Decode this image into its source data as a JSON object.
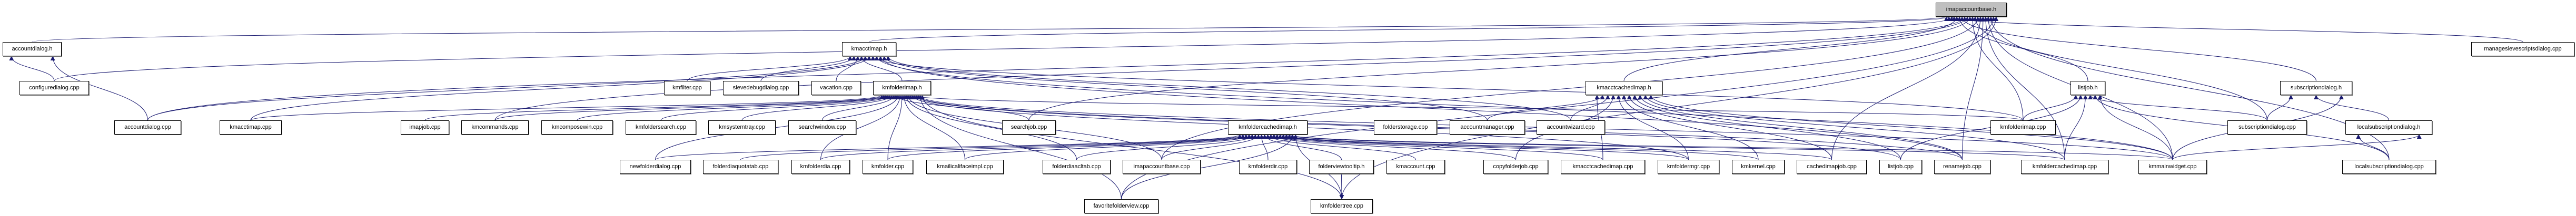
{
  "diagram": {
    "type": "include-dependency-graph",
    "root": "imapaccountbase.h",
    "colors": {
      "edge": "#191970",
      "node_border": "#000000",
      "node_fill": "#ffffff",
      "root_fill": "#bfbfbf"
    },
    "nodes": [
      {
        "id": "imapaccountbase_h",
        "label": "imapaccountbase.h",
        "root": true
      },
      {
        "id": "accountdialog_h",
        "label": "accountdialog.h"
      },
      {
        "id": "kmacctimap_h",
        "label": "kmacctimap.h"
      },
      {
        "id": "managesievescriptsdialog_cpp",
        "label": "managesievescriptsdialog.cpp"
      },
      {
        "id": "configuredialog_cpp",
        "label": "configuredialog.cpp"
      },
      {
        "id": "kmfilter_cpp",
        "label": "kmfilter.cpp"
      },
      {
        "id": "sievedebugdialog_cpp",
        "label": "sievedebugdialog.cpp"
      },
      {
        "id": "vacation_cpp",
        "label": "vacation.cpp"
      },
      {
        "id": "kmfolderimap_h",
        "label": "kmfolderimap.h"
      },
      {
        "id": "kmacctcachedimap_h",
        "label": "kmacctcachedimap.h"
      },
      {
        "id": "listjob_h",
        "label": "listjob.h"
      },
      {
        "id": "subscriptiondialog_h",
        "label": "subscriptiondialog.h"
      },
      {
        "id": "accountdialog_cpp",
        "label": "accountdialog.cpp"
      },
      {
        "id": "kmacctimap_cpp",
        "label": "kmacctimap.cpp"
      },
      {
        "id": "imapjob_cpp",
        "label": "imapjob.cpp"
      },
      {
        "id": "kmcommands_cpp",
        "label": "kmcommands.cpp"
      },
      {
        "id": "kmcomposewin_cpp",
        "label": "kmcomposewin.cpp"
      },
      {
        "id": "kmfoldersearch_cpp",
        "label": "kmfoldersearch.cpp"
      },
      {
        "id": "kmsystemtray_cpp",
        "label": "kmsystemtray.cpp"
      },
      {
        "id": "searchwindow_cpp",
        "label": "searchwindow.cpp"
      },
      {
        "id": "searchjob_cpp",
        "label": "searchjob.cpp"
      },
      {
        "id": "kmfoldercachedimap_h",
        "label": "kmfoldercachedimap.h"
      },
      {
        "id": "folderstorage_cpp",
        "label": "folderstorage.cpp"
      },
      {
        "id": "accountmanager_cpp",
        "label": "accountmanager.cpp"
      },
      {
        "id": "accountwizard_cpp",
        "label": "accountwizard.cpp"
      },
      {
        "id": "kmfolderimap_cpp",
        "label": "kmfolderimap.cpp"
      },
      {
        "id": "subscriptiondialog_cpp",
        "label": "subscriptiondialog.cpp"
      },
      {
        "id": "localsubscriptiondialog_h",
        "label": "localsubscriptiondialog.h"
      },
      {
        "id": "newfolderdialog_cpp",
        "label": "newfolderdialog.cpp"
      },
      {
        "id": "folderdiaquotatab_cpp",
        "label": "folderdiaquotatab.cpp"
      },
      {
        "id": "kmfolderdia_cpp",
        "label": "kmfolderdia.cpp"
      },
      {
        "id": "kmfolder_cpp",
        "label": "kmfolder.cpp"
      },
      {
        "id": "kmailicalifaceimpl_cpp",
        "label": "kmailicalifaceimpl.cpp"
      },
      {
        "id": "folderdiaacltab_cpp",
        "label": "folderdiaacltab.cpp"
      },
      {
        "id": "imapaccountbase_cpp",
        "label": "imapaccountbase.cpp"
      },
      {
        "id": "kmfolderdir_cpp",
        "label": "kmfolderdir.cpp"
      },
      {
        "id": "folderviewtooltip_h",
        "label": "folderviewtooltip.h"
      },
      {
        "id": "kmaccount_cpp",
        "label": "kmaccount.cpp"
      },
      {
        "id": "copyfolderjob_cpp",
        "label": "copyfolderjob.cpp"
      },
      {
        "id": "kmacctcachedimap_cpp",
        "label": "kmacctcachedimap.cpp"
      },
      {
        "id": "kmfoldermgr_cpp",
        "label": "kmfoldermgr.cpp"
      },
      {
        "id": "kmkernel_cpp",
        "label": "kmkernel.cpp"
      },
      {
        "id": "cachedimapjob_cpp",
        "label": "cachedimapjob.cpp"
      },
      {
        "id": "listjob_cpp",
        "label": "listjob.cpp"
      },
      {
        "id": "renamejob_cpp",
        "label": "renamejob.cpp"
      },
      {
        "id": "kmfoldercachedimap_cpp",
        "label": "kmfoldercachedimap.cpp"
      },
      {
        "id": "kmmainwidget_cpp",
        "label": "kmmainwidget.cpp"
      },
      {
        "id": "localsubscriptiondialog_cpp",
        "label": "localsubscriptiondialog.cpp"
      },
      {
        "id": "favoritefolderview_cpp",
        "label": "favoritefolderview.cpp"
      },
      {
        "id": "kmfoldertree_cpp",
        "label": "kmfoldertree.cpp"
      }
    ],
    "edges": [
      [
        "accountdialog_h",
        "imapaccountbase_h"
      ],
      [
        "kmacctimap_h",
        "imapaccountbase_h"
      ],
      [
        "managesievescriptsdialog_cpp",
        "imapaccountbase_h"
      ],
      [
        "configuredialog_cpp",
        "imapaccountbase_h"
      ],
      [
        "kmacctcachedimap_h",
        "imapaccountbase_h"
      ],
      [
        "listjob_h",
        "imapaccountbase_h"
      ],
      [
        "subscriptiondialog_h",
        "imapaccountbase_h"
      ],
      [
        "accountdialog_cpp",
        "imapaccountbase_h"
      ],
      [
        "kmcommands_cpp",
        "imapaccountbase_h"
      ],
      [
        "searchjob_cpp",
        "imapaccountbase_h"
      ],
      [
        "kmfolderimap_cpp",
        "imapaccountbase_h"
      ],
      [
        "subscriptiondialog_cpp",
        "imapaccountbase_h"
      ],
      [
        "imapaccountbase_cpp",
        "imapaccountbase_h"
      ],
      [
        "cachedimapjob_cpp",
        "imapaccountbase_h"
      ],
      [
        "renamejob_cpp",
        "imapaccountbase_h"
      ],
      [
        "kmfoldercachedimap_cpp",
        "imapaccountbase_h"
      ],
      [
        "kmmainwidget_cpp",
        "imapaccountbase_h"
      ],
      [
        "localsubscriptiondialog_cpp",
        "imapaccountbase_h"
      ],
      [
        "favoritefolderview_cpp",
        "imapaccountbase_h"
      ],
      [
        "kmfoldertree_cpp",
        "imapaccountbase_h"
      ],
      [
        "configuredialog_cpp",
        "accountdialog_h"
      ],
      [
        "accountdialog_cpp",
        "accountdialog_h"
      ],
      [
        "kmfilter_cpp",
        "kmacctimap_h"
      ],
      [
        "sievedebugdialog_cpp",
        "kmacctimap_h"
      ],
      [
        "vacation_cpp",
        "kmacctimap_h"
      ],
      [
        "kmfolderimap_h",
        "kmacctimap_h"
      ],
      [
        "accountdialog_cpp",
        "kmacctimap_h"
      ],
      [
        "kmacctimap_cpp",
        "kmacctimap_h"
      ],
      [
        "kmfolderimap_cpp",
        "kmacctimap_h"
      ],
      [
        "kmmainwidget_cpp",
        "kmacctimap_h"
      ],
      [
        "renamejob_cpp",
        "kmacctimap_h"
      ],
      [
        "accountmanager_cpp",
        "kmacctimap_h"
      ],
      [
        "accountwizard_cpp",
        "kmacctimap_h"
      ],
      [
        "kmacctimap_cpp",
        "kmfolderimap_h"
      ],
      [
        "imapjob_cpp",
        "kmfolderimap_h"
      ],
      [
        "kmcommands_cpp",
        "kmfolderimap_h"
      ],
      [
        "kmcomposewin_cpp",
        "kmfolderimap_h"
      ],
      [
        "kmfoldersearch_cpp",
        "kmfolderimap_h"
      ],
      [
        "kmsystemtray_cpp",
        "kmfolderimap_h"
      ],
      [
        "searchwindow_cpp",
        "kmfolderimap_h"
      ],
      [
        "searchjob_cpp",
        "kmfolderimap_h"
      ],
      [
        "newfolderdialog_cpp",
        "kmfolderimap_h"
      ],
      [
        "kmfolderdia_cpp",
        "kmfolderimap_h"
      ],
      [
        "kmfolder_cpp",
        "kmfolderimap_h"
      ],
      [
        "kmailicalifaceimpl_cpp",
        "kmfolderimap_h"
      ],
      [
        "folderdiaacltab_cpp",
        "kmfolderimap_h"
      ],
      [
        "imapaccountbase_cpp",
        "kmfolderimap_h"
      ],
      [
        "kmfolderimap_cpp",
        "kmfolderimap_h"
      ],
      [
        "kmfoldermgr_cpp",
        "kmfolderimap_h"
      ],
      [
        "listjob_cpp",
        "kmfolderimap_h"
      ],
      [
        "renamejob_cpp",
        "kmfolderimap_h"
      ],
      [
        "kmmainwidget_cpp",
        "kmfolderimap_h"
      ],
      [
        "favoritefolderview_cpp",
        "kmfolderimap_h"
      ],
      [
        "kmfoldertree_cpp",
        "kmfolderimap_h"
      ],
      [
        "newfolderdialog_cpp",
        "kmfoldercachedimap_h"
      ],
      [
        "folderdiaquotatab_cpp",
        "kmfoldercachedimap_h"
      ],
      [
        "kmfolderdia_cpp",
        "kmfoldercachedimap_h"
      ],
      [
        "kmfolder_cpp",
        "kmfoldercachedimap_h"
      ],
      [
        "kmailicalifaceimpl_cpp",
        "kmfoldercachedimap_h"
      ],
      [
        "folderdiaacltab_cpp",
        "kmfoldercachedimap_h"
      ],
      [
        "imapaccountbase_cpp",
        "kmfoldercachedimap_h"
      ],
      [
        "kmfolderdir_cpp",
        "kmfoldercachedimap_h"
      ],
      [
        "folderviewtooltip_h",
        "kmfoldercachedimap_h"
      ],
      [
        "kmaccount_cpp",
        "kmfoldercachedimap_h"
      ],
      [
        "copyfolderjob_cpp",
        "kmfoldercachedimap_h"
      ],
      [
        "kmacctcachedimap_cpp",
        "kmfoldercachedimap_h"
      ],
      [
        "kmfoldermgr_cpp",
        "kmfoldercachedimap_h"
      ],
      [
        "kmkernel_cpp",
        "kmfoldercachedimap_h"
      ],
      [
        "cachedimapjob_cpp",
        "kmfoldercachedimap_h"
      ],
      [
        "kmfoldercachedimap_cpp",
        "kmfoldercachedimap_h"
      ],
      [
        "kmmainwidget_cpp",
        "kmfoldercachedimap_h"
      ],
      [
        "favoritefolderview_cpp",
        "kmfoldercachedimap_h"
      ],
      [
        "kmfoldertree_cpp",
        "kmfoldercachedimap_h"
      ],
      [
        "folderviewtooltip_h",
        "kmfoldertree_cpp"
      ],
      [
        "kmacctcachedimap_cpp",
        "kmacctcachedimap_h"
      ],
      [
        "accountmanager_cpp",
        "kmacctcachedimap_h"
      ],
      [
        "accountwizard_cpp",
        "kmacctcachedimap_h"
      ],
      [
        "copyfolderjob_cpp",
        "kmacctcachedimap_h"
      ],
      [
        "kmfoldermgr_cpp",
        "kmacctcachedimap_h"
      ],
      [
        "kmkernel_cpp",
        "kmacctcachedimap_h"
      ],
      [
        "cachedimapjob_cpp",
        "kmacctcachedimap_h"
      ],
      [
        "listjob_cpp",
        "kmacctcachedimap_h"
      ],
      [
        "renamejob_cpp",
        "kmacctcachedimap_h"
      ],
      [
        "kmfoldercachedimap_cpp",
        "kmacctcachedimap_h"
      ],
      [
        "kmmainwidget_cpp",
        "kmacctcachedimap_h"
      ],
      [
        "kmfolderimap_cpp",
        "listjob_h"
      ],
      [
        "listjob_cpp",
        "listjob_h"
      ],
      [
        "kmfoldercachedimap_cpp",
        "listjob_h"
      ],
      [
        "subscriptiondialog_cpp",
        "listjob_h"
      ],
      [
        "localsubscriptiondialog_cpp",
        "listjob_h"
      ],
      [
        "kmmainwidget_cpp",
        "listjob_h"
      ],
      [
        "subscriptiondialog_cpp",
        "subscriptiondialog_h"
      ],
      [
        "localsubscriptiondialog_h",
        "subscriptiondialog_h"
      ],
      [
        "kmmainwidget_cpp",
        "subscriptiondialog_h"
      ],
      [
        "localsubscriptiondialog_cpp",
        "localsubscriptiondialog_h"
      ],
      [
        "kmmainwidget_cpp",
        "localsubscriptiondialog_h"
      ]
    ]
  }
}
